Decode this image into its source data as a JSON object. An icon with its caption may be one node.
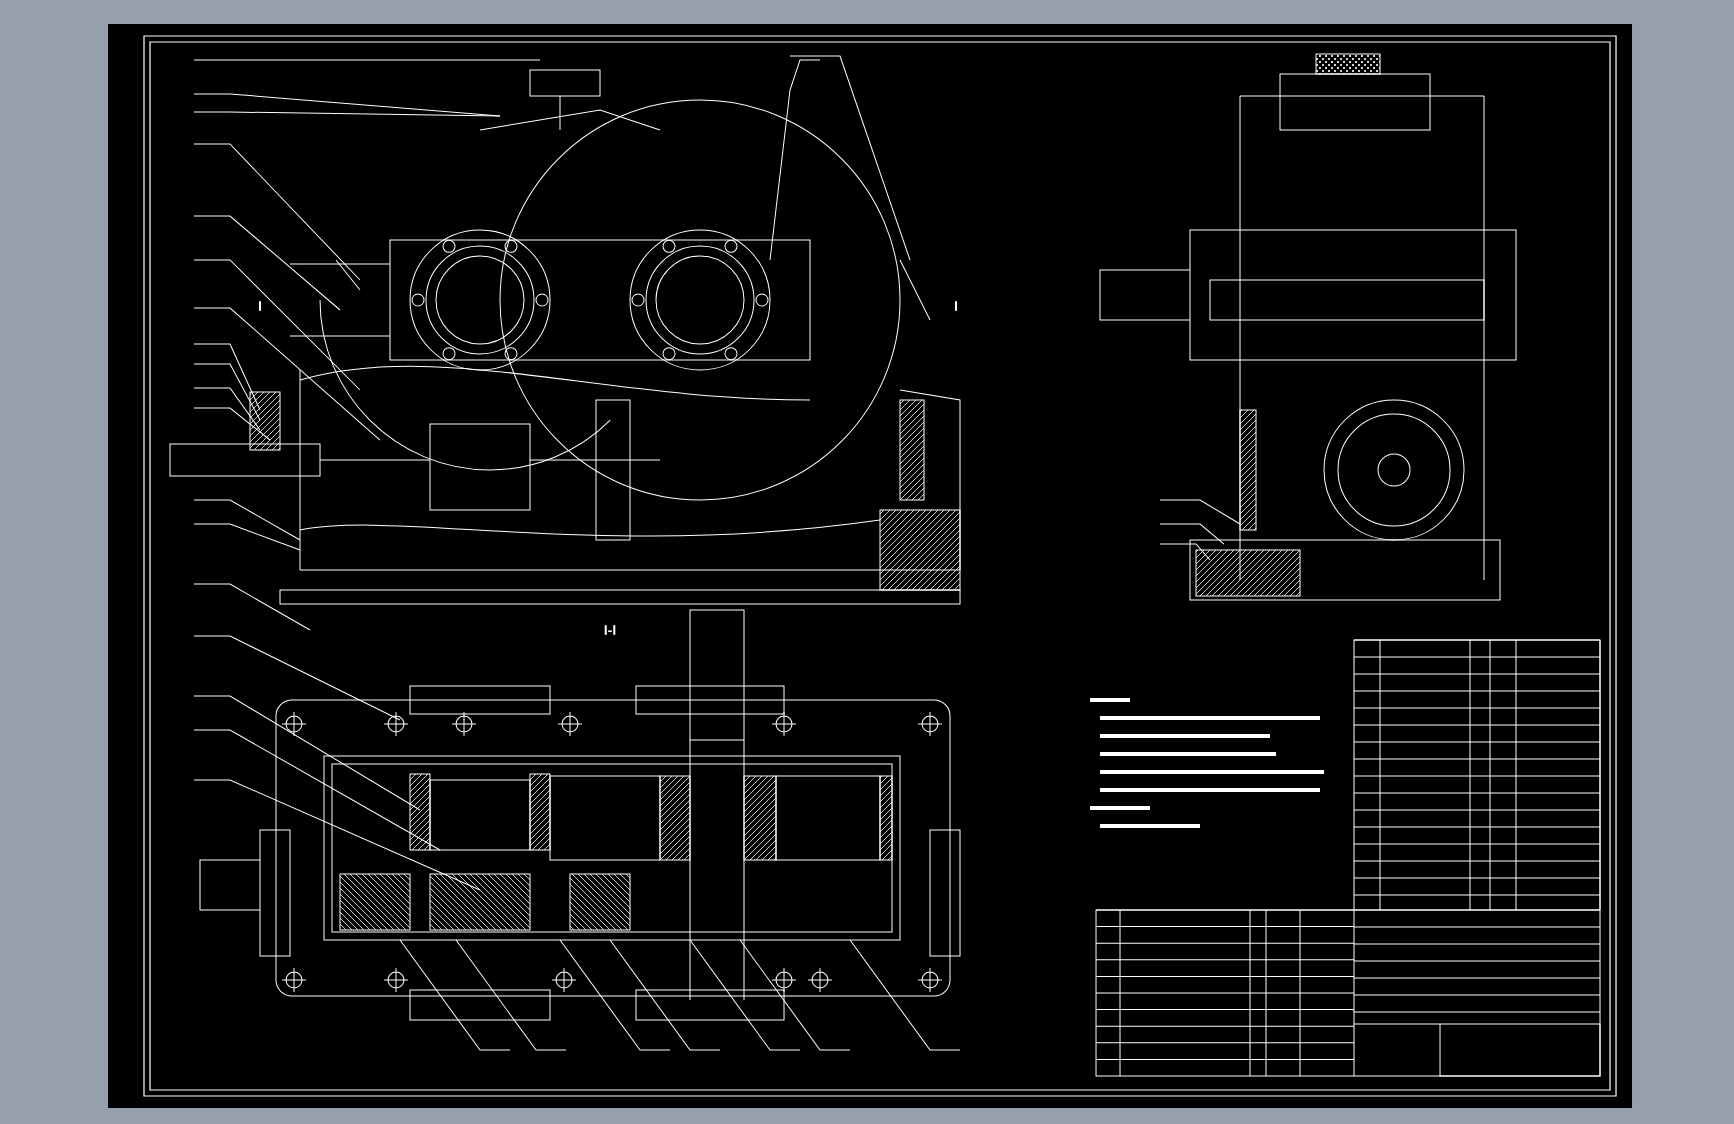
{
  "diagram": {
    "labels": [
      "I",
      "I",
      "I-I"
    ]
  }
}
